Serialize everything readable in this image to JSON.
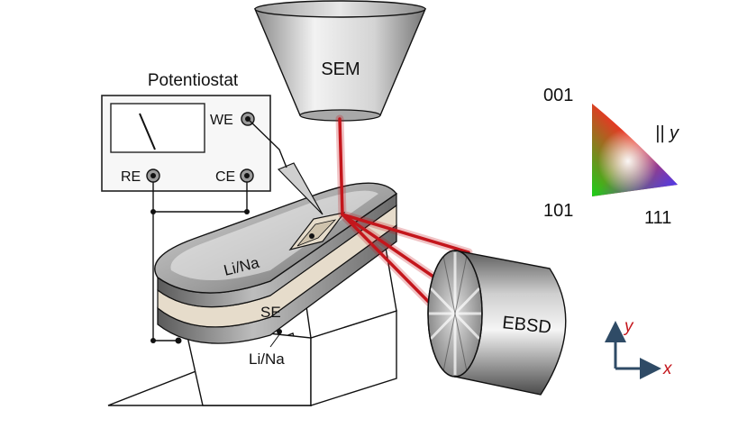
{
  "sem": {
    "label": "SEM"
  },
  "potentiostat": {
    "title": "Potentiostat",
    "we_label": "WE",
    "re_label": "RE",
    "ce_label": "CE"
  },
  "sample": {
    "top_layer_label": "Li/Na",
    "electrolyte_label": "SE",
    "bottom_layer_label": "Li/Na"
  },
  "detector": {
    "label": "EBSD"
  },
  "ipf": {
    "corner_top": "001",
    "corner_bottom_left": "101",
    "corner_bottom_right": "111",
    "direction_label": "|| y"
  },
  "axes": {
    "y_label": "y",
    "x_label": "x"
  },
  "colors": {
    "beam": "#c4161c",
    "axis_arrows": "#2f4b66",
    "axis_labels": "#c4161c",
    "electrolyte": "#e6dccb"
  }
}
